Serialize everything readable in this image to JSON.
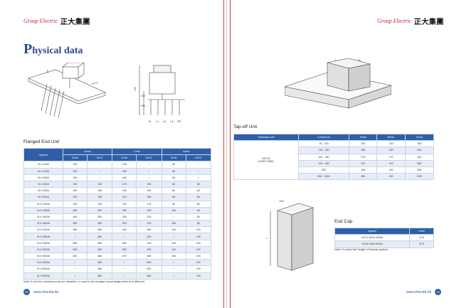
{
  "brand": {
    "mark": "Group Electric",
    "name_cn": "正大集團"
  },
  "left_page": {
    "title_initial": "P",
    "title_rest": "hysical data",
    "diagram_labels": {
      "l": "L",
      "dim_190": "190",
      "dim_158": "158",
      "dim_103": "103",
      "l1": "L1",
      "l2": "L2",
      "l3": "L3",
      "pe": "PE",
      "n": "N"
    },
    "section": "Flanged End Unit",
    "table": {
      "system_header": "System",
      "groups": [
        "A/mm",
        "L/mm",
        "A/mm"
      ],
      "sub": [
        "XLVA",
        "XLVC",
        "XLVA",
        "XLVC",
        "XLVA",
        "XLVC"
      ],
      "rows": [
        [
          "XLV 100A",
          "150",
          "/",
          "155",
          "/",
          "80",
          "/"
        ],
        [
          "XLV 200A",
          "150",
          "/",
          "155",
          "/",
          "80",
          "/"
        ],
        [
          "XLV 250A",
          "150",
          "/",
          "165",
          "/",
          "80",
          "/"
        ],
        [
          "XLV 400A",
          "150",
          "150",
          "175",
          "155",
          "80",
          "80"
        ],
        [
          "XLV 630A",
          "150",
          "150",
          "195",
          "155",
          "80",
          "80"
        ],
        [
          "XLV 800A",
          "150",
          "150",
          "215",
          "165",
          "80",
          "80"
        ],
        [
          "XLV 1000A",
          "150",
          "150",
          "230",
          "175",
          "80",
          "80"
        ],
        [
          "XLV 1250A",
          "480",
          "350",
          "265",
          "195",
          "100",
          "80"
        ],
        [
          "XLV 1400A",
          "480",
          "350",
          "295",
          "215",
          "/",
          "80"
        ],
        [
          "XLV 1600A",
          "480",
          "350",
          "315",
          "230",
          "100",
          "80"
        ],
        [
          "XLV 2000A",
          "480",
          "480",
          "420",
          "265",
          "100",
          "100"
        ],
        [
          "XLV 2500A",
          "/",
          "480",
          "/",
          "295",
          "/",
          "100"
        ],
        [
          "XLV 2500A",
          "480",
          "480",
          "490",
          "315",
          "100",
          "100"
        ],
        [
          "XLV 3200A",
          "480",
          "480",
          "590",
          "420",
          "100",
          "100"
        ],
        [
          "XLV 4000A",
          "480",
          "480",
          "670",
          "490",
          "100",
          "100"
        ],
        [
          "XLV 4500A",
          "/",
          "480",
          "/",
          "550",
          "/",
          "100"
        ],
        [
          "XLV 5000A",
          "/",
          "480",
          "/",
          "590",
          "/",
          "100"
        ],
        [
          "XLV 6300A",
          "/",
          "480",
          "/",
          "805",
          "/",
          "100"
        ]
      ]
    },
    "note": "Note:X can be customized as per situation. k need to be changed accordingly when k is different",
    "page_number": "23",
    "url": "www.zhenda.hk"
  },
  "right_page": {
    "diagram_labels": {
      "c": "C",
      "b": "B",
      "h": "100",
      "l": "L"
    },
    "tapoff_section": "Tap-off Unit",
    "tapoff": {
      "headers": [
        "Protection unit",
        "Current (A)",
        "A/mm",
        "B/mm",
        "C/mm"
      ],
      "protection": "MCCB\n(CHINT NM1)",
      "rows": [
        [
          "16 - 100",
          "235",
          "240",
          "360"
        ],
        [
          "125 - 160",
          "255",
          "250",
          "400"
        ],
        [
          "200 - 250",
          "275",
          "270",
          "520"
        ],
        [
          "315 - 400",
          "315",
          "310",
          "650"
        ],
        [
          "630",
          "345",
          "340",
          "800"
        ],
        [
          "800 - 1000",
          "355",
          "420",
          "1200"
        ]
      ]
    },
    "endcap_section": "End Cap",
    "endcap": {
      "headers": [
        "System",
        "L/mm"
      ],
      "rows": [
        [
          "XLVC 400A-6300A",
          "H+5"
        ],
        [
          "XLVA 100A-4000A",
          "H+5"
        ]
      ]
    },
    "endcap_note": "Note: H mean the height of busbar system",
    "page_number": "24",
    "url": "www.zhenda.hk"
  },
  "colors": {
    "header_blue": "#2f5fa8",
    "row_alt": "#e6edf7",
    "title_blue": "#2b4a8b",
    "brand_red": "#c0232b"
  }
}
